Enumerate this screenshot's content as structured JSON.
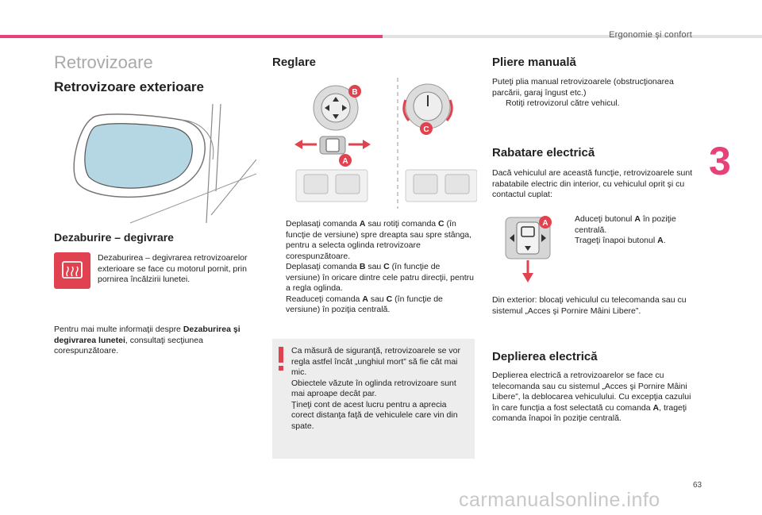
{
  "header": {
    "title": "Ergonomie şi confort"
  },
  "chapter": "3",
  "page_number": "63",
  "watermark": "carmanualsonline.info",
  "col1": {
    "main_title": "Retrovizoare",
    "section_title": "Retrovizoare exterioare",
    "defrost_title": "Dezaburire – degivrare",
    "defrost_text": "Dezaburirea – degivrarea retrovizoarelor exterioare se face cu motorul pornit, prin pornirea încălzirii lunetei.",
    "more_info_1": "Pentru mai multe informaţii despre ",
    "more_info_bold": "Dezaburirea şi degivrarea lunetei",
    "more_info_2": ", consultaţi secţiunea corespunzătoare."
  },
  "col2": {
    "title": "Reglare",
    "steps": [
      {
        "p1": "Deplasaţi comanda ",
        "b1": "A",
        "p2": " sau rotiţi comanda ",
        "b2": "C",
        "p3": " (în funcţie de versiune) spre dreapta sau spre stânga, pentru a selecta oglinda retrovizoare corespunzătoare."
      },
      {
        "p1": "Deplasaţi comanda ",
        "b1": "B",
        "p2": " sau ",
        "b2": "C",
        "p3": " (în funcţie de versiune) în oricare dintre cele patru direcţii, pentru a regla oglinda."
      },
      {
        "p1": "Readuceţi comanda ",
        "b1": "A",
        "p2": " sau ",
        "b2": "C",
        "p3": " (în funcţie de versiune) în poziţia centrală."
      }
    ],
    "note": "Ca măsură de siguranţă, retrovizoarele se vor regla astfel încât „unghiul mort” să fie cât mai mic.\nObiectele văzute în oglinda retrovizoare sunt mai aproape decât par.\nŢineţi cont de acest lucru pentru a aprecia corect distanţa faţă de vehiculele care vin din spate.",
    "diagram_labels": {
      "a": "A",
      "b": "B",
      "c": "C"
    }
  },
  "col3": {
    "manual_title": "Pliere manuală",
    "manual_text": "Puteţi plia manual retrovizoarele (obstrucţionarea parcării, garaj îngust etc.)",
    "manual_step": "Rotiţi retrovizorul către vehicul.",
    "electric_title": "Rabatare electrică",
    "electric_text": "Dacă vehiculul are această funcţie, retrovizoarele sunt rabatabile electric din interior, cu vehiculul oprit şi cu contactul cuplat:",
    "electric_steps": [
      {
        "p1": "Aduceţi butonul ",
        "b1": "A",
        "p2": " în poziţie centrală."
      },
      {
        "p1": "Trageţi înapoi butonul ",
        "b1": "A",
        "p2": "."
      }
    ],
    "exterior_text": "Din exterior: blocaţi vehiculul cu telecomanda sau cu sistemul „Acces şi Pornire Mâini Libere”.",
    "unfold_title": "Deplierea electrică",
    "unfold_text": "Deplierea electrică a retrovizoarelor se face cu telecomanda sau cu sistemul „Acces şi Pornire Mâini Libere”, la deblocarea vehiculului. Cu excepţia cazului în care funcţia a fost selectată cu comanda ",
    "unfold_bold": "A",
    "unfold_text2": ", trageţi comanda înapoi în poziţie centrală.",
    "diagram_label": "A"
  },
  "bullet_glyph": "",
  "colors": {
    "accent": "#e8417a",
    "icon_red": "#e0424f",
    "note_bg": "#ededed"
  }
}
